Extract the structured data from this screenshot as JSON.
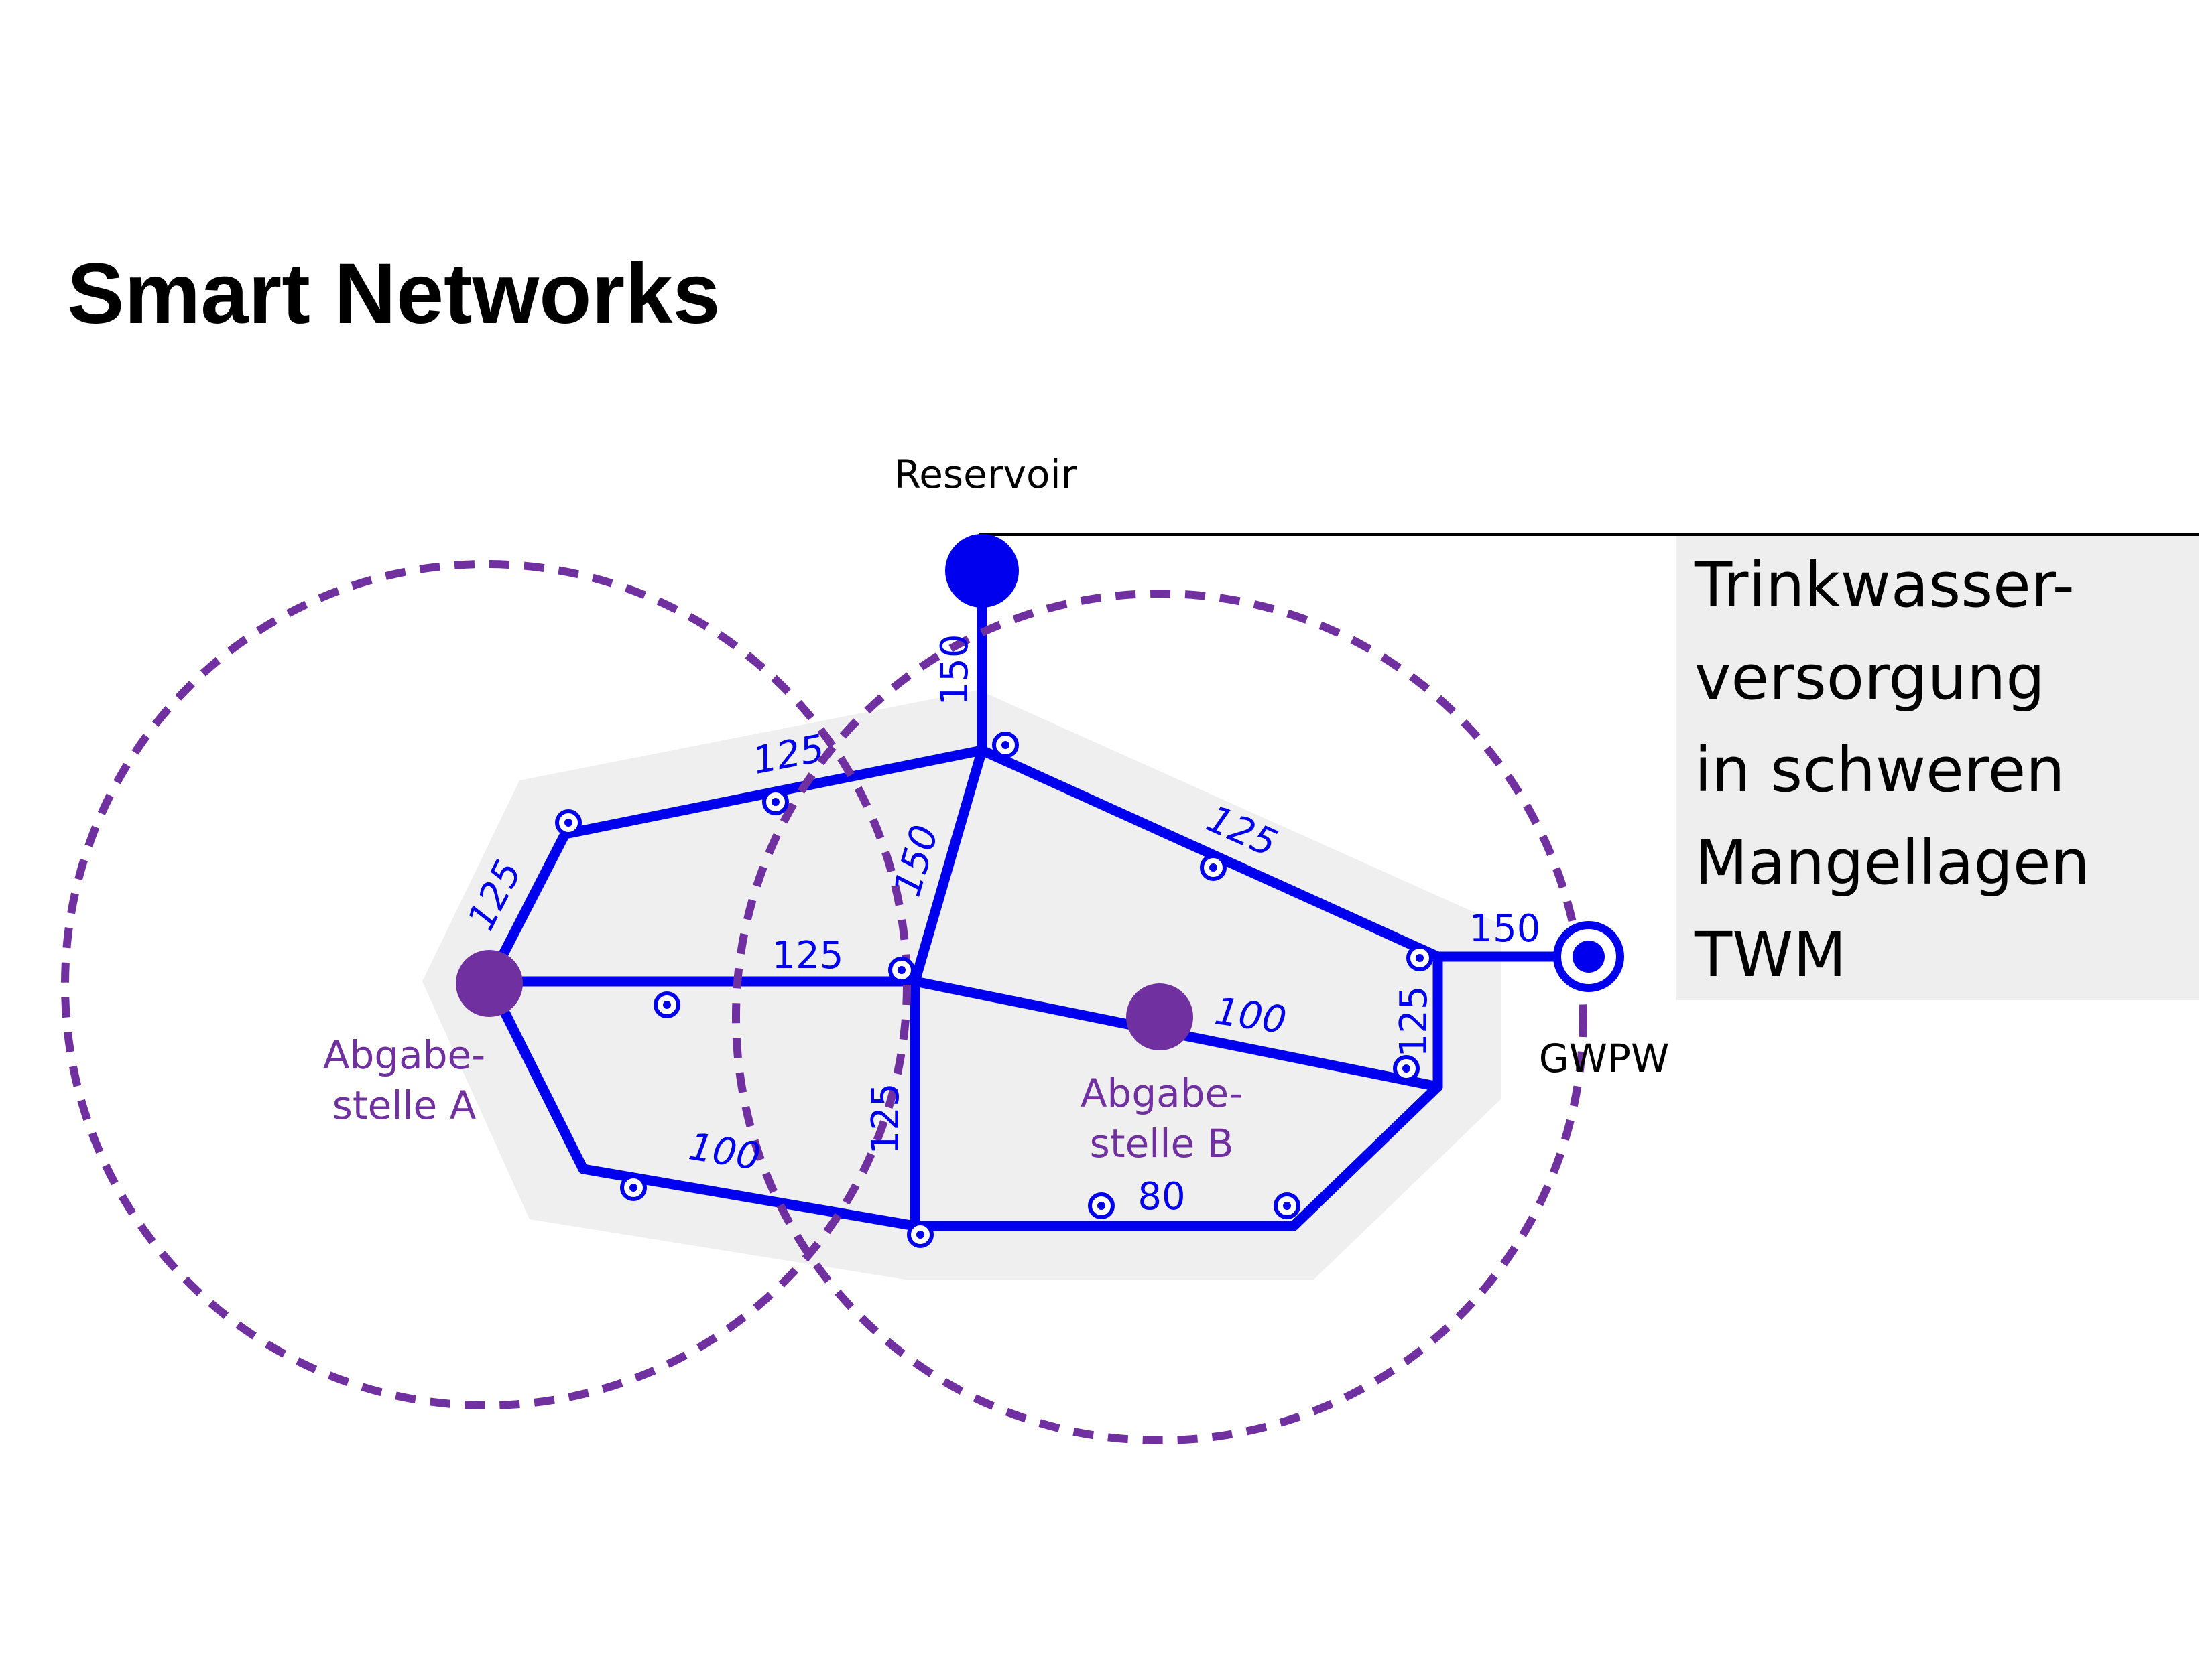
{
  "title": "Smart Networks",
  "side_panel": {
    "lines": [
      "Trinkwasser-",
      "versorgung",
      "in schweren",
      "Mangellagen",
      "TWM"
    ]
  },
  "labels": {
    "reservoir": "Reservoir",
    "gwpw": "GWPW",
    "abgabestelle_a": [
      "Abgabe-",
      "stelle A"
    ],
    "abgabestelle_b": [
      "Abgabe-",
      "stelle B"
    ]
  },
  "pipe_diameters": {
    "reservoir_main": "150",
    "top_left": "125",
    "top_right": "125",
    "center_diagonal": "150",
    "left_edge": "125",
    "center_horizontal": "125",
    "to_gwpw": "150",
    "center_to_b": "100",
    "right_vertical": "125",
    "center_vertical": "125",
    "bottom_left": "100",
    "bottom": "80"
  },
  "colors": {
    "pipe": "#0000ee",
    "supply_point": "#7030a0",
    "radius_ring": "#7030a0",
    "zone": "#efefef",
    "side_panel_bg": "#eeeeee"
  }
}
